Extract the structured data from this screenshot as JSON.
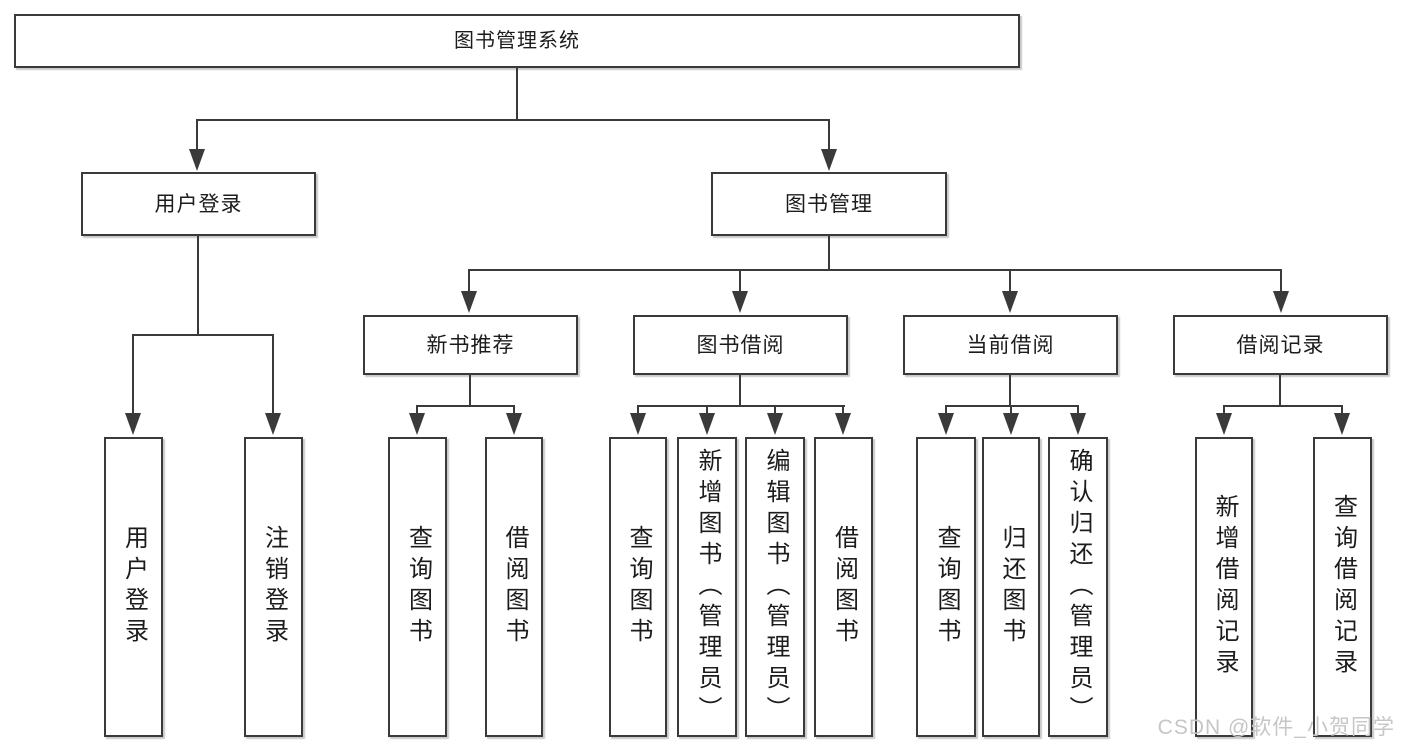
{
  "nodes": {
    "root": "图书管理系统",
    "user_login": "用户登录",
    "book_mgmt": "图书管理",
    "new_book_rec": "新书推荐",
    "book_borrow": "图书借阅",
    "current_borrow": "当前借阅",
    "borrow_records": "借阅记录",
    "leaf_user_login": "用户登录",
    "leaf_logout": "注销登录",
    "leaf_nbr_query_book": "查询图书",
    "leaf_nbr_borrow_book": "借阅图书",
    "leaf_bb_query_book": "查询图书",
    "leaf_bb_add_book": "新增图书（管理员）",
    "leaf_bb_edit_book": "编辑图书（管理员）",
    "leaf_bb_borrow_book": "借阅图书",
    "leaf_cb_query_book": "查询图书",
    "leaf_cb_return_book": "归还图书",
    "leaf_cb_confirm_return": "确认归还（管理员）",
    "leaf_br_add_record": "新增借阅记录",
    "leaf_br_query_record": "查询借阅记录"
  },
  "watermark": "CSDN @软件_小贺同学",
  "colors": {
    "line": "#3a3a3a",
    "text": "#1c1c1c",
    "watermark": "#c6c6c6",
    "background": "#ffffff"
  }
}
